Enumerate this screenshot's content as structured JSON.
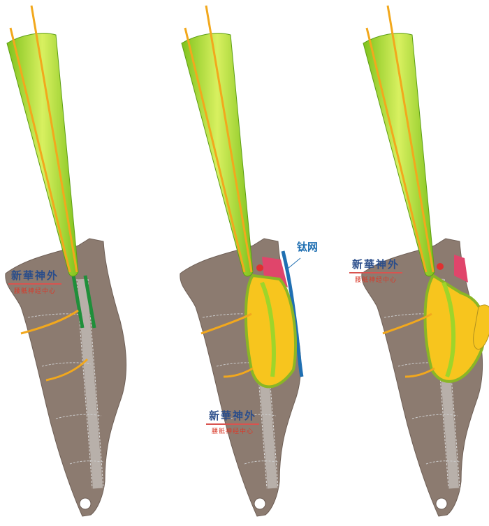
{
  "watermark": {
    "title": "新華神外",
    "subtitle": "腰骶神经中心"
  },
  "labels": {
    "titanium_mesh": "钛网"
  },
  "colors": {
    "bone": "#8c7b70",
    "scope": "#9ed52a",
    "nerve": "#f2a81d",
    "graft": "#f7c51e",
    "dura": "#1f8f3a",
    "mesh": "#1f6fb2",
    "tissue": "#e0456b"
  }
}
